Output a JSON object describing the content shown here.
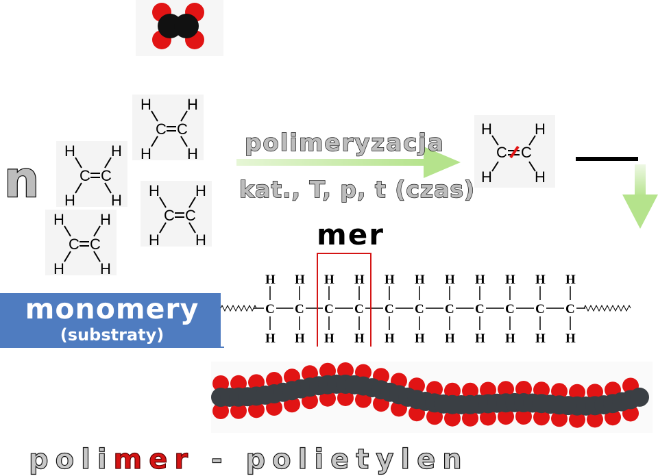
{
  "coefficient": "n",
  "arrow": {
    "top_label": "polimeryzacja",
    "bottom_label": "kat., T, p, t (czas)"
  },
  "monomers_box": {
    "title": "monomery",
    "subtitle": "(substraty)"
  },
  "mer_label": "mer",
  "molecule_atoms": {
    "carbon": "C",
    "hydrogen": "H"
  },
  "footer": {
    "prefix": "poli",
    "highlight": "mer",
    "suffix": " - polietylen"
  },
  "colors": {
    "accent_red": "#d41414",
    "monomery_blue": "#4f7cc0",
    "arrow_green": "#c6eaa6",
    "atom_red": "#e11414",
    "atom_dark": "#3a3f44"
  }
}
